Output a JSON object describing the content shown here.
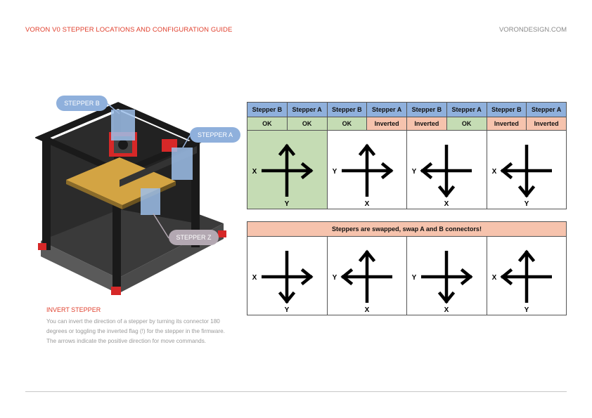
{
  "header": {
    "title": "VORON V0 STEPPER LOCATIONS AND CONFIGURATION GUIDE",
    "site": "VORONDESIGN.COM"
  },
  "callouts": {
    "stepper_b": "STEPPER B",
    "stepper_a": "STEPPER A",
    "stepper_z": "STEPPER Z"
  },
  "invert": {
    "title": "INVERT STEPPER",
    "body": "You can invert the direction of a stepper by turning its connector 180 degrees or toggling the inverted flag (!) for the stepper in the firmware. The arrows indicate the positive direction for move commands."
  },
  "table1": {
    "header": [
      "Stepper B",
      "Stepper A",
      "Stepper B",
      "Stepper A",
      "Stepper B",
      "Stepper A",
      "Stepper B",
      "Stepper A"
    ],
    "status": [
      "OK",
      "OK",
      "OK",
      "Inverted",
      "Inverted",
      "OK",
      "Inverted",
      "Inverted"
    ],
    "diagrams": [
      {
        "left": "X",
        "bottom": "Y",
        "arrows": [
          "up",
          "right"
        ]
      },
      {
        "left": "Y",
        "bottom": "X",
        "arrows": [
          "up",
          "right"
        ]
      },
      {
        "left": "Y",
        "bottom": "X",
        "arrows": [
          "down",
          "left"
        ]
      },
      {
        "left": "X",
        "bottom": "Y",
        "arrows": [
          "down",
          "left"
        ]
      }
    ]
  },
  "table2": {
    "banner": "Steppers are swapped, swap A and B connectors!",
    "diagrams": [
      {
        "left": "X",
        "bottom": "Y",
        "arrows": [
          "down",
          "right"
        ]
      },
      {
        "left": "Y",
        "bottom": "X",
        "arrows": [
          "up",
          "left"
        ]
      },
      {
        "left": "Y",
        "bottom": "X",
        "arrows": [
          "down",
          "right"
        ]
      },
      {
        "left": "X",
        "bottom": "Y",
        "arrows": [
          "up",
          "left"
        ]
      }
    ]
  },
  "colors": {
    "accent": "#e0402e",
    "header_blue": "#8fb0dc",
    "ok_green": "#c5dcb4",
    "inverted_salmon": "#f6c3ad",
    "z_callout": "#b3a8b2"
  }
}
